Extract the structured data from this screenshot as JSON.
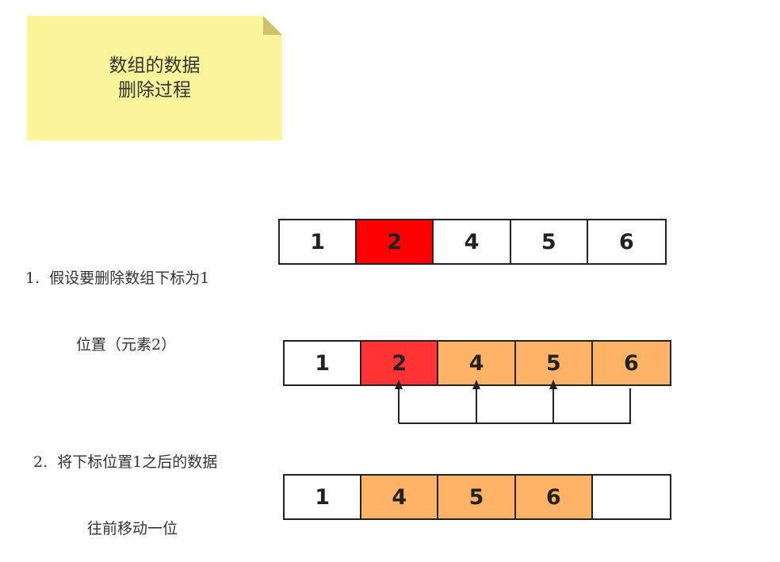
{
  "note": {
    "line1": "数组的数据",
    "line2": "删除过程",
    "fill_color": "#faf49a"
  },
  "step1": {
    "line1": "1.  假设要删除数组下标为1",
    "line2": "位置（元素2）"
  },
  "step2": {
    "line1": "2.  将下标位置1之后的数据",
    "line2": "往前移动一位"
  },
  "arrays": {
    "original": [
      {
        "value": "1",
        "color": "#ffffff"
      },
      {
        "value": "2",
        "color": "#ff0000"
      },
      {
        "value": "4",
        "color": "#ffffff"
      },
      {
        "value": "5",
        "color": "#ffffff"
      },
      {
        "value": "6",
        "color": "#ffffff"
      }
    ],
    "shifting": [
      {
        "value": "1",
        "color": "#ffffff"
      },
      {
        "value": "2",
        "color": "#ff3333"
      },
      {
        "value": "4",
        "color": "#ffb366"
      },
      {
        "value": "5",
        "color": "#ffb366"
      },
      {
        "value": "6",
        "color": "#ffb366"
      }
    ],
    "result": [
      {
        "value": "1",
        "color": "#ffffff"
      },
      {
        "value": "4",
        "color": "#ffb366"
      },
      {
        "value": "5",
        "color": "#ffb366"
      },
      {
        "value": "6",
        "color": "#ffb366"
      },
      {
        "value": "",
        "color": "#ffffff"
      }
    ]
  }
}
